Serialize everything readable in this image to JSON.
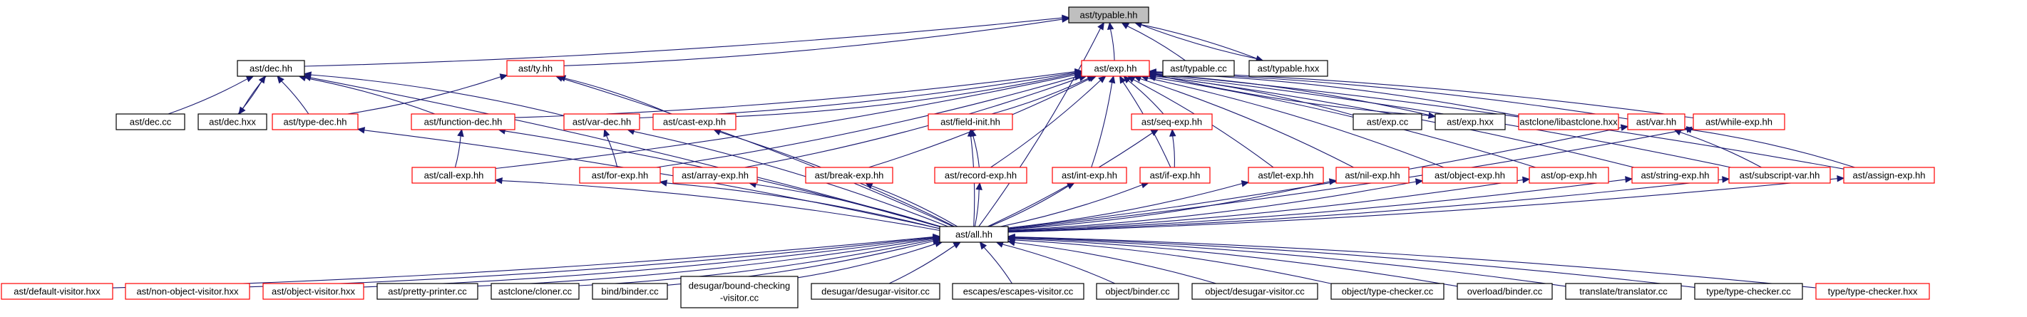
{
  "colors": {
    "edge": "#191970",
    "root_fill": "#bfbfbf",
    "border_doc": "#000000",
    "border_undoc": "#ff0000"
  },
  "nodes": [
    {
      "id": "typable_hh",
      "label": "ast/typable.hh",
      "style": "root"
    },
    {
      "id": "dec_hh",
      "label": "ast/dec.hh",
      "style": "doc"
    },
    {
      "id": "ty_hh",
      "label": "ast/ty.hh",
      "style": "undoc"
    },
    {
      "id": "exp_hh",
      "label": "ast/exp.hh",
      "style": "undoc"
    },
    {
      "id": "typable_cc",
      "label": "ast/typable.cc",
      "style": "doc"
    },
    {
      "id": "typable_hxx",
      "label": "ast/typable.hxx",
      "style": "doc"
    },
    {
      "id": "dec_cc",
      "label": "ast/dec.cc",
      "style": "doc"
    },
    {
      "id": "dec_hxx",
      "label": "ast/dec.hxx",
      "style": "doc"
    },
    {
      "id": "type_dec_hh",
      "label": "ast/type-dec.hh",
      "style": "undoc"
    },
    {
      "id": "function_dec_hh",
      "label": "ast/function-dec.hh",
      "style": "undoc"
    },
    {
      "id": "var_dec_hh",
      "label": "ast/var-dec.hh",
      "style": "undoc"
    },
    {
      "id": "cast_exp_hh",
      "label": "ast/cast-exp.hh",
      "style": "undoc"
    },
    {
      "id": "field_init_hh",
      "label": "ast/field-init.hh",
      "style": "undoc"
    },
    {
      "id": "seq_exp_hh",
      "label": "ast/seq-exp.hh",
      "style": "undoc"
    },
    {
      "id": "exp_cc",
      "label": "ast/exp.cc",
      "style": "doc"
    },
    {
      "id": "exp_hxx",
      "label": "ast/exp.hxx",
      "style": "doc"
    },
    {
      "id": "libastclone_hxx",
      "label": "astclone/libastclone.hxx",
      "style": "undoc"
    },
    {
      "id": "var_hh",
      "label": "ast/var.hh",
      "style": "undoc"
    },
    {
      "id": "while_exp_hh",
      "label": "ast/while-exp.hh",
      "style": "undoc"
    },
    {
      "id": "call_exp_hh",
      "label": "ast/call-exp.hh",
      "style": "undoc"
    },
    {
      "id": "for_exp_hh",
      "label": "ast/for-exp.hh",
      "style": "undoc"
    },
    {
      "id": "array_exp_hh",
      "label": "ast/array-exp.hh",
      "style": "undoc"
    },
    {
      "id": "break_exp_hh",
      "label": "ast/break-exp.hh",
      "style": "undoc"
    },
    {
      "id": "record_exp_hh",
      "label": "ast/record-exp.hh",
      "style": "undoc"
    },
    {
      "id": "int_exp_hh",
      "label": "ast/int-exp.hh",
      "style": "undoc"
    },
    {
      "id": "if_exp_hh",
      "label": "ast/if-exp.hh",
      "style": "undoc"
    },
    {
      "id": "let_exp_hh",
      "label": "ast/let-exp.hh",
      "style": "undoc"
    },
    {
      "id": "nil_exp_hh",
      "label": "ast/nil-exp.hh",
      "style": "undoc"
    },
    {
      "id": "object_exp_hh",
      "label": "ast/object-exp.hh",
      "style": "undoc"
    },
    {
      "id": "op_exp_hh",
      "label": "ast/op-exp.hh",
      "style": "undoc"
    },
    {
      "id": "string_exp_hh",
      "label": "ast/string-exp.hh",
      "style": "undoc"
    },
    {
      "id": "subscript_var_hh",
      "label": "ast/subscript-var.hh",
      "style": "undoc"
    },
    {
      "id": "assign_exp_hh",
      "label": "ast/assign-exp.hh",
      "style": "undoc"
    },
    {
      "id": "all_hh",
      "label": "ast/all.hh",
      "style": "doc"
    },
    {
      "id": "default_visitor_hxx",
      "label": "ast/default-visitor.hxx",
      "style": "undoc"
    },
    {
      "id": "non_object_visitor_hxx",
      "label": "ast/non-object-visitor.hxx",
      "style": "undoc"
    },
    {
      "id": "object_visitor_hxx",
      "label": "ast/object-visitor.hxx",
      "style": "undoc"
    },
    {
      "id": "pretty_printer_cc",
      "label": "ast/pretty-printer.cc",
      "style": "doc"
    },
    {
      "id": "cloner_cc",
      "label": "astclone/cloner.cc",
      "style": "doc"
    },
    {
      "id": "binder_cc",
      "label": "bind/binder.cc",
      "style": "doc"
    },
    {
      "id": "bound_checking_visitor_cc",
      "label": "desugar/bound-checking",
      "label2": "-visitor.cc",
      "style": "doc"
    },
    {
      "id": "desugar_visitor_cc",
      "label": "desugar/desugar-visitor.cc",
      "style": "doc"
    },
    {
      "id": "escapes_visitor_cc",
      "label": "escapes/escapes-visitor.cc",
      "style": "doc"
    },
    {
      "id": "object_binder_cc",
      "label": "object/binder.cc",
      "style": "doc"
    },
    {
      "id": "object_desugar_visitor_cc",
      "label": "object/desugar-visitor.cc",
      "style": "doc"
    },
    {
      "id": "object_type_checker_cc",
      "label": "object/type-checker.cc",
      "style": "doc"
    },
    {
      "id": "overload_binder_cc",
      "label": "overload/binder.cc",
      "style": "doc"
    },
    {
      "id": "translator_cc",
      "label": "translate/translator.cc",
      "style": "doc"
    },
    {
      "id": "type_checker_cc",
      "label": "type/type-checker.cc",
      "style": "doc"
    },
    {
      "id": "type_checker_hxx",
      "label": "type/type-checker.hxx",
      "style": "undoc"
    }
  ],
  "edges": [
    [
      "dec_hh",
      "typable_hh"
    ],
    [
      "ty_hh",
      "typable_hh"
    ],
    [
      "exp_hh",
      "typable_hh"
    ],
    [
      "typable_cc",
      "typable_hh"
    ],
    [
      "typable_hxx",
      "typable_hh"
    ],
    [
      "all_hh",
      "typable_hh"
    ],
    [
      "typable_hh",
      "typable_hxx"
    ],
    [
      "dec_cc",
      "dec_hh"
    ],
    [
      "dec_hxx",
      "dec_hh"
    ],
    [
      "dec_hh",
      "dec_hxx"
    ],
    [
      "type_dec_hh",
      "dec_hh"
    ],
    [
      "function_dec_hh",
      "dec_hh"
    ],
    [
      "var_dec_hh",
      "dec_hh"
    ],
    [
      "all_hh",
      "dec_hh"
    ],
    [
      "type_dec_hh",
      "ty_hh"
    ],
    [
      "cast_exp_hh",
      "ty_hh"
    ],
    [
      "all_hh",
      "ty_hh"
    ],
    [
      "function_dec_hh",
      "exp_hh"
    ],
    [
      "var_dec_hh",
      "exp_hh"
    ],
    [
      "cast_exp_hh",
      "exp_hh"
    ],
    [
      "field_init_hh",
      "exp_hh"
    ],
    [
      "seq_exp_hh",
      "exp_hh"
    ],
    [
      "exp_cc",
      "exp_hh"
    ],
    [
      "exp_hxx",
      "exp_hh"
    ],
    [
      "exp_hh",
      "exp_hxx"
    ],
    [
      "libastclone_hxx",
      "exp_hh"
    ],
    [
      "var_hh",
      "exp_hh"
    ],
    [
      "while_exp_hh",
      "exp_hh"
    ],
    [
      "call_exp_hh",
      "exp_hh"
    ],
    [
      "for_exp_hh",
      "exp_hh"
    ],
    [
      "array_exp_hh",
      "exp_hh"
    ],
    [
      "break_exp_hh",
      "exp_hh"
    ],
    [
      "record_exp_hh",
      "exp_hh"
    ],
    [
      "int_exp_hh",
      "exp_hh"
    ],
    [
      "if_exp_hh",
      "exp_hh"
    ],
    [
      "let_exp_hh",
      "exp_hh"
    ],
    [
      "nil_exp_hh",
      "exp_hh"
    ],
    [
      "object_exp_hh",
      "exp_hh"
    ],
    [
      "op_exp_hh",
      "exp_hh"
    ],
    [
      "string_exp_hh",
      "exp_hh"
    ],
    [
      "subscript_var_hh",
      "exp_hh"
    ],
    [
      "assign_exp_hh",
      "exp_hh"
    ],
    [
      "call_exp_hh",
      "function_dec_hh"
    ],
    [
      "for_exp_hh",
      "var_dec_hh"
    ],
    [
      "record_exp_hh",
      "field_init_hh"
    ],
    [
      "if_exp_hh",
      "seq_exp_hh"
    ],
    [
      "subscript_var_hh",
      "var_hh"
    ],
    [
      "assign_exp_hh",
      "var_hh"
    ],
    [
      "all_hh",
      "type_dec_hh"
    ],
    [
      "all_hh",
      "function_dec_hh"
    ],
    [
      "all_hh",
      "var_dec_hh"
    ],
    [
      "all_hh",
      "cast_exp_hh"
    ],
    [
      "all_hh",
      "field_init_hh"
    ],
    [
      "all_hh",
      "seq_exp_hh"
    ],
    [
      "all_hh",
      "var_hh"
    ],
    [
      "all_hh",
      "while_exp_hh"
    ],
    [
      "all_hh",
      "call_exp_hh"
    ],
    [
      "all_hh",
      "for_exp_hh"
    ],
    [
      "all_hh",
      "array_exp_hh"
    ],
    [
      "all_hh",
      "break_exp_hh"
    ],
    [
      "all_hh",
      "record_exp_hh"
    ],
    [
      "all_hh",
      "int_exp_hh"
    ],
    [
      "all_hh",
      "if_exp_hh"
    ],
    [
      "all_hh",
      "let_exp_hh"
    ],
    [
      "all_hh",
      "nil_exp_hh"
    ],
    [
      "all_hh",
      "object_exp_hh"
    ],
    [
      "all_hh",
      "op_exp_hh"
    ],
    [
      "all_hh",
      "string_exp_hh"
    ],
    [
      "all_hh",
      "subscript_var_hh"
    ],
    [
      "all_hh",
      "assign_exp_hh"
    ],
    [
      "default_visitor_hxx",
      "all_hh"
    ],
    [
      "non_object_visitor_hxx",
      "all_hh"
    ],
    [
      "object_visitor_hxx",
      "all_hh"
    ],
    [
      "pretty_printer_cc",
      "all_hh"
    ],
    [
      "cloner_cc",
      "all_hh"
    ],
    [
      "binder_cc",
      "all_hh"
    ],
    [
      "bound_checking_visitor_cc",
      "all_hh"
    ],
    [
      "desugar_visitor_cc",
      "all_hh"
    ],
    [
      "escapes_visitor_cc",
      "all_hh"
    ],
    [
      "object_binder_cc",
      "all_hh"
    ],
    [
      "object_desugar_visitor_cc",
      "all_hh"
    ],
    [
      "object_type_checker_cc",
      "all_hh"
    ],
    [
      "overload_binder_cc",
      "all_hh"
    ],
    [
      "translator_cc",
      "all_hh"
    ],
    [
      "type_checker_cc",
      "all_hh"
    ],
    [
      "type_checker_hxx",
      "all_hh"
    ]
  ]
}
